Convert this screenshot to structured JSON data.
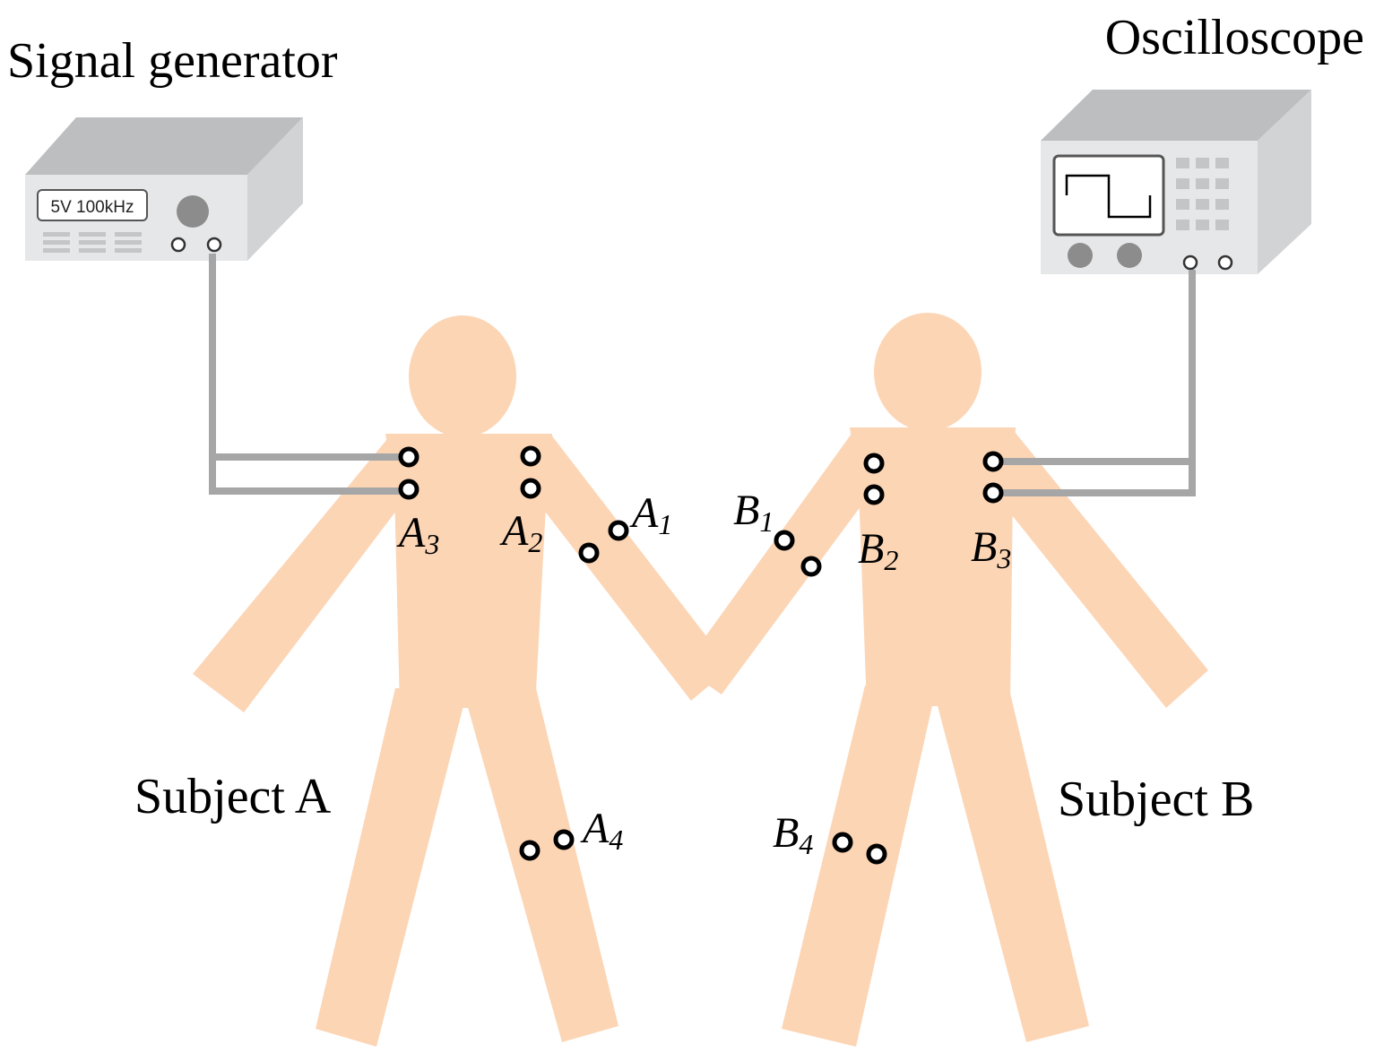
{
  "labels": {
    "signal_generator": "Signal generator",
    "oscilloscope": "Oscilloscope",
    "subject_a": "Subject A",
    "subject_b": "Subject B"
  },
  "generator": {
    "display_text": "5V 100kHz"
  },
  "electrodes": {
    "a1": {
      "base": "A",
      "sub": "1"
    },
    "a2": {
      "base": "A",
      "sub": "2"
    },
    "a3": {
      "base": "A",
      "sub": "3"
    },
    "a4": {
      "base": "A",
      "sub": "4"
    },
    "b1": {
      "base": "B",
      "sub": "1"
    },
    "b2": {
      "base": "B",
      "sub": "2"
    },
    "b3": {
      "base": "B",
      "sub": "3"
    },
    "b4": {
      "base": "B",
      "sub": "4"
    }
  },
  "colors": {
    "skin": "#fcd5b5",
    "device_front": "#e6e7e8",
    "device_top": "#bcbec0",
    "device_side": "#d1d3d4",
    "wire": "#a6a6a6"
  }
}
